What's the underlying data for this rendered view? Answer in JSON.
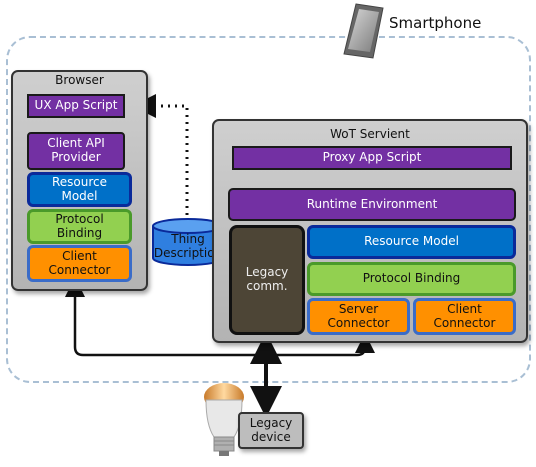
{
  "smartphone": {
    "label": "Smartphone",
    "icon": "smartphone-icon"
  },
  "browser": {
    "title": "Browser",
    "ux_app_script": "UX App Script",
    "client_api_provider": "Client API\nProvider",
    "resource_model": "Resource\nModel",
    "protocol_binding": "Protocol\nBinding",
    "client_connector": "Client\nConnector"
  },
  "thing_description": "Thing\nDescription",
  "servient": {
    "title": "WoT Servient",
    "proxy_app_script": "Proxy App Script",
    "runtime_environment": "Runtime Environment",
    "legacy_comm": "Legacy\ncomm.",
    "resource_model": "Resource Model",
    "protocol_binding": "Protocol Binding",
    "server_connector": "Server\nConnector",
    "client_connector": "Client\nConnector"
  },
  "legacy_device": {
    "label": "Legacy\ndevice",
    "icon": "light-bulb-icon"
  },
  "colors": {
    "script": "#7330a3",
    "resource": "#0070c8",
    "protocol": "#92d050",
    "connector": "#ff9000",
    "legacy": "#4d4536",
    "frame": "#a9bfd4"
  }
}
